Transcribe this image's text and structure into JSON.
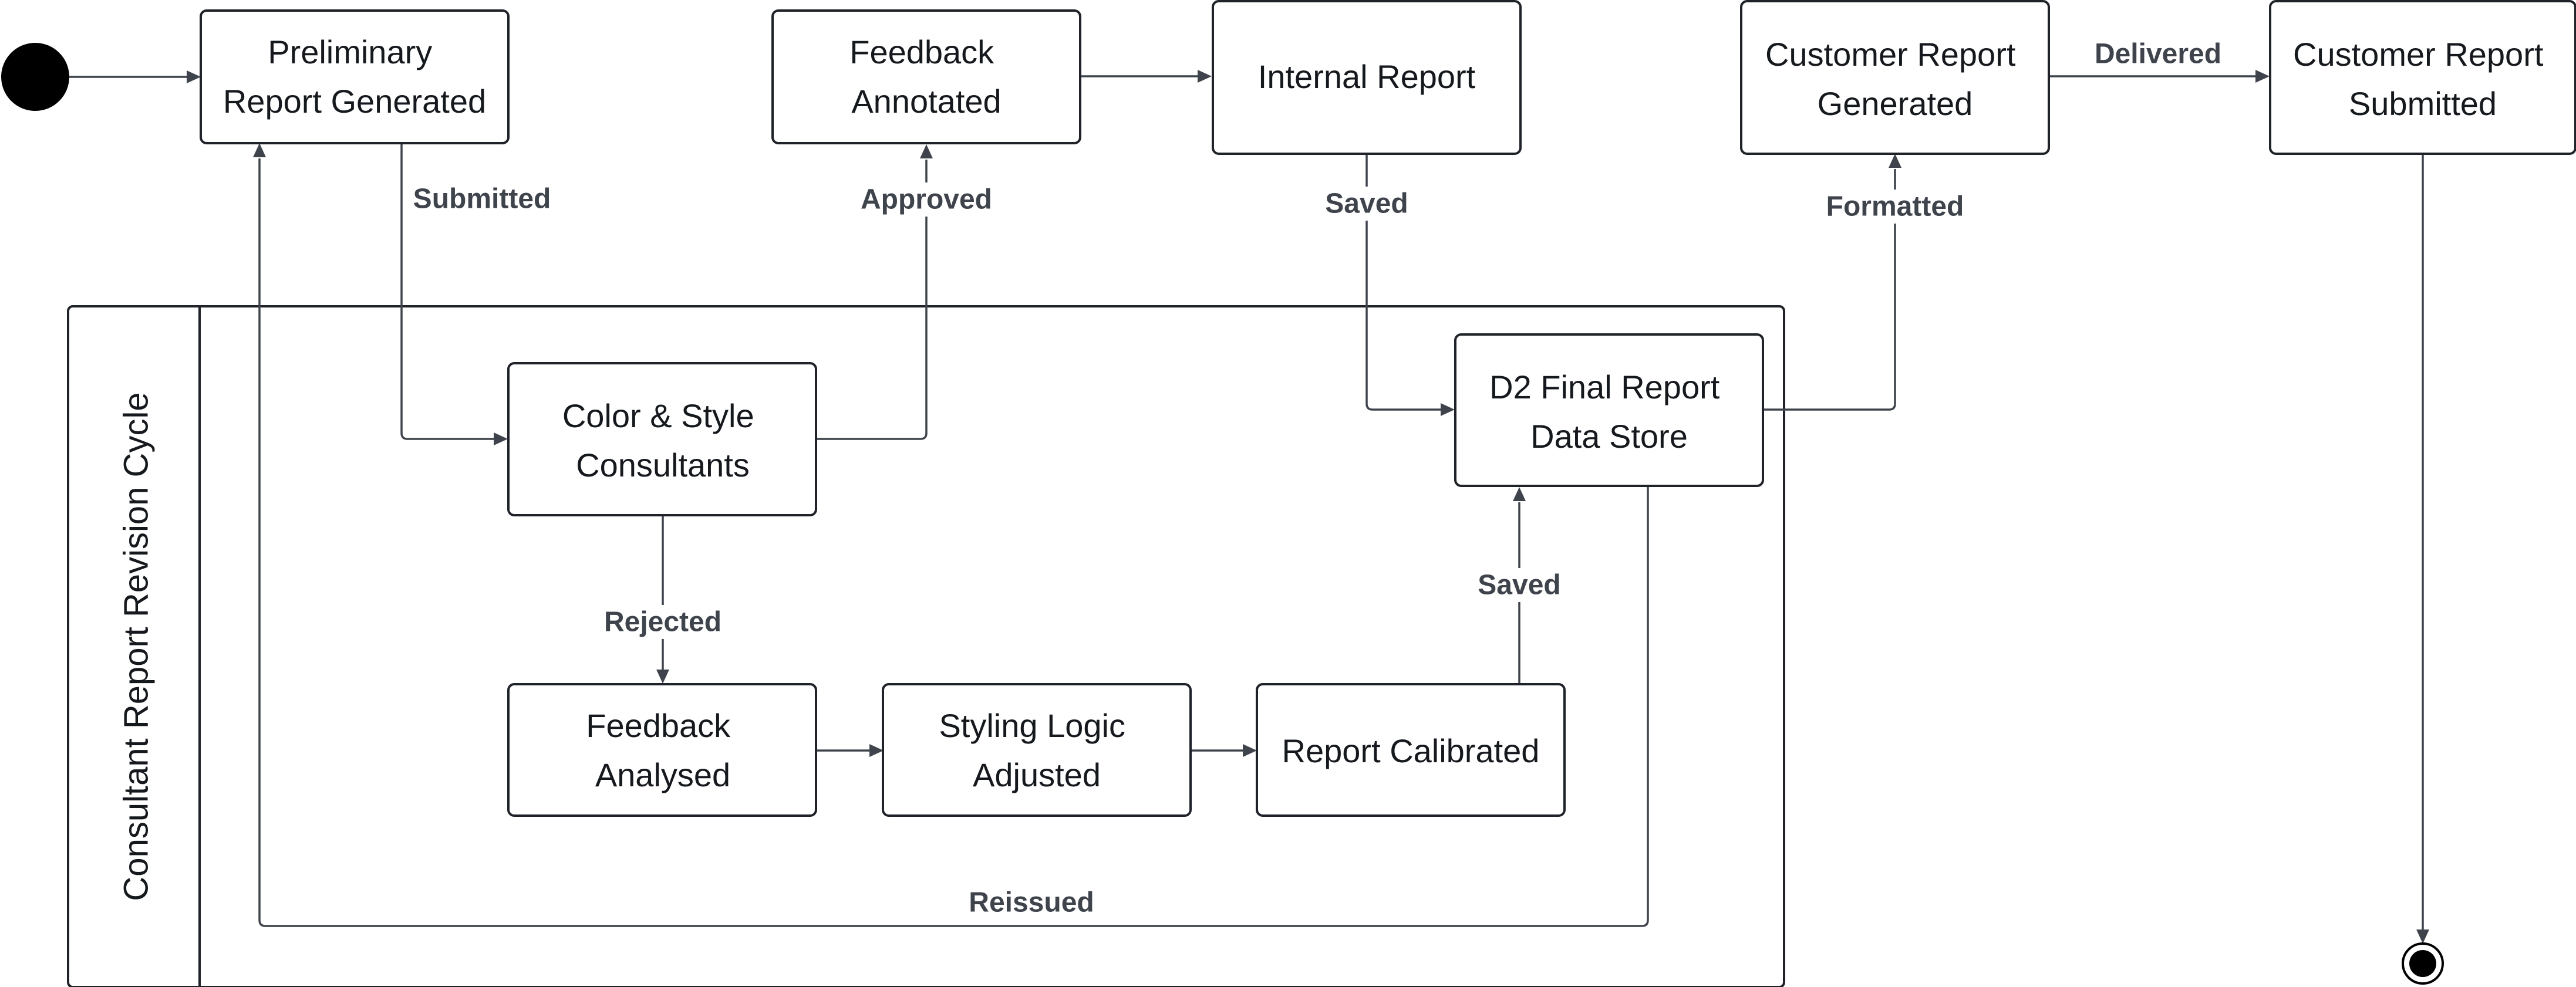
{
  "diagram": {
    "group": {
      "title": "Consultant Report Revision Cycle"
    },
    "nodes": {
      "preliminary": [
        "Preliminary",
        "Report Generated"
      ],
      "feedback_annotated": [
        "Feedback",
        "Annotated"
      ],
      "internal_report": [
        "Internal Report"
      ],
      "customer_generated": [
        "Customer Report",
        "Generated"
      ],
      "customer_submitted": [
        "Customer Report",
        "Submitted"
      ],
      "consultants": [
        "Color & Style",
        "Consultants"
      ],
      "final_store": [
        "D2 Final Report",
        "Data Store"
      ],
      "feedback_analysed": [
        "Feedback",
        "Analysed"
      ],
      "styling_logic": [
        "Styling Logic",
        "Adjusted"
      ],
      "report_calibrated": [
        "Report Calibrated"
      ]
    },
    "edge_labels": {
      "submitted": "Submitted",
      "approved": "Approved",
      "saved_internal": "Saved",
      "formatted": "Formatted",
      "delivered": "Delivered",
      "rejected": "Rejected",
      "saved_calibrated": "Saved",
      "reissued": "Reissued"
    },
    "colors": {
      "stroke": "#1f2329",
      "edge": "#3f444c",
      "background": "#ffffff"
    }
  }
}
